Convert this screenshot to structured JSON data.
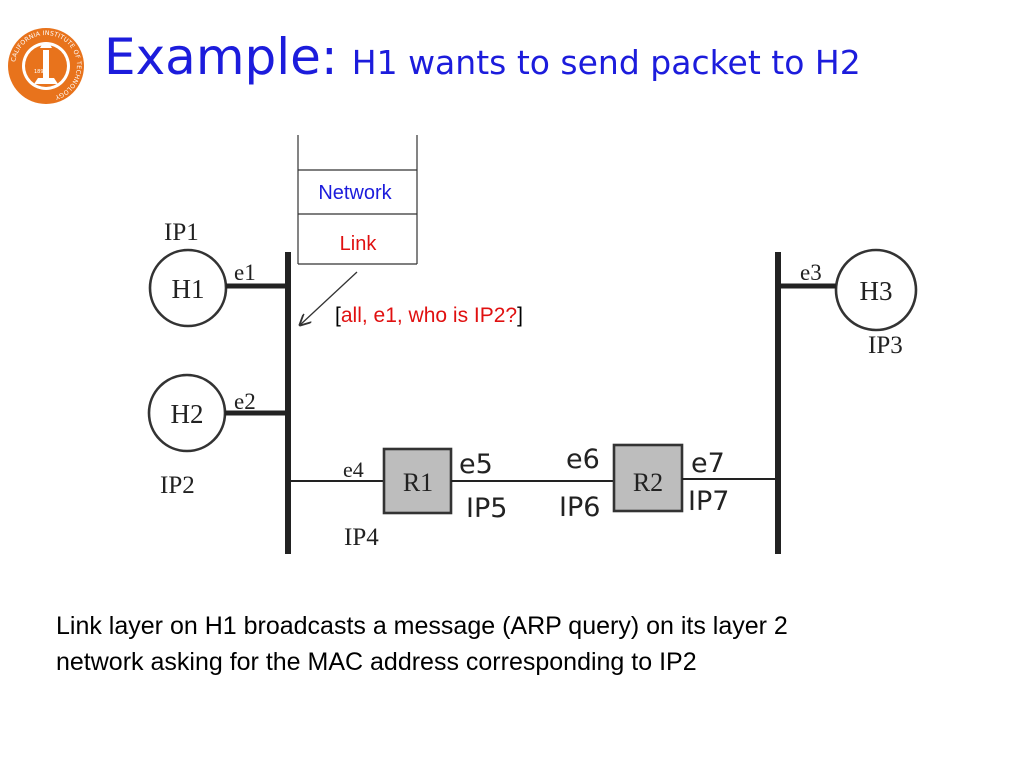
{
  "slide": {
    "title_main": "Example:",
    "title_sub": "H1 wants to send packet to H2"
  },
  "logo": {
    "text": "CALIFORNIA INSTITUTE OF TECHNOLOGY",
    "year": "1891",
    "color": "#e8731c"
  },
  "stack": {
    "network_label": "Network",
    "link_label": "Link",
    "network_color": "#1c1cdc",
    "link_color": "#e01010"
  },
  "arp_message": {
    "open": "[",
    "text": "all, e1, who is IP2?",
    "close": "]"
  },
  "hosts": {
    "h1": {
      "name": "H1",
      "ip": "IP1",
      "iface": "e1"
    },
    "h2": {
      "name": "H2",
      "ip": "IP2",
      "iface": "e2"
    },
    "h3": {
      "name": "H3",
      "ip": "IP3",
      "iface": "e3"
    }
  },
  "routers": {
    "r1": {
      "name": "R1",
      "left_iface": "e4",
      "left_ip": "IP4",
      "right_iface": "e5",
      "right_ip": "IP5"
    },
    "r2": {
      "name": "R2",
      "left_iface": "e6",
      "left_ip": "IP6",
      "right_iface": "e7",
      "right_ip": "IP7"
    }
  },
  "caption": {
    "line1": "Link layer on H1 broadcasts a message (ARP query) on its layer 2",
    "line2": "network asking for the MAC address corresponding to IP2"
  }
}
